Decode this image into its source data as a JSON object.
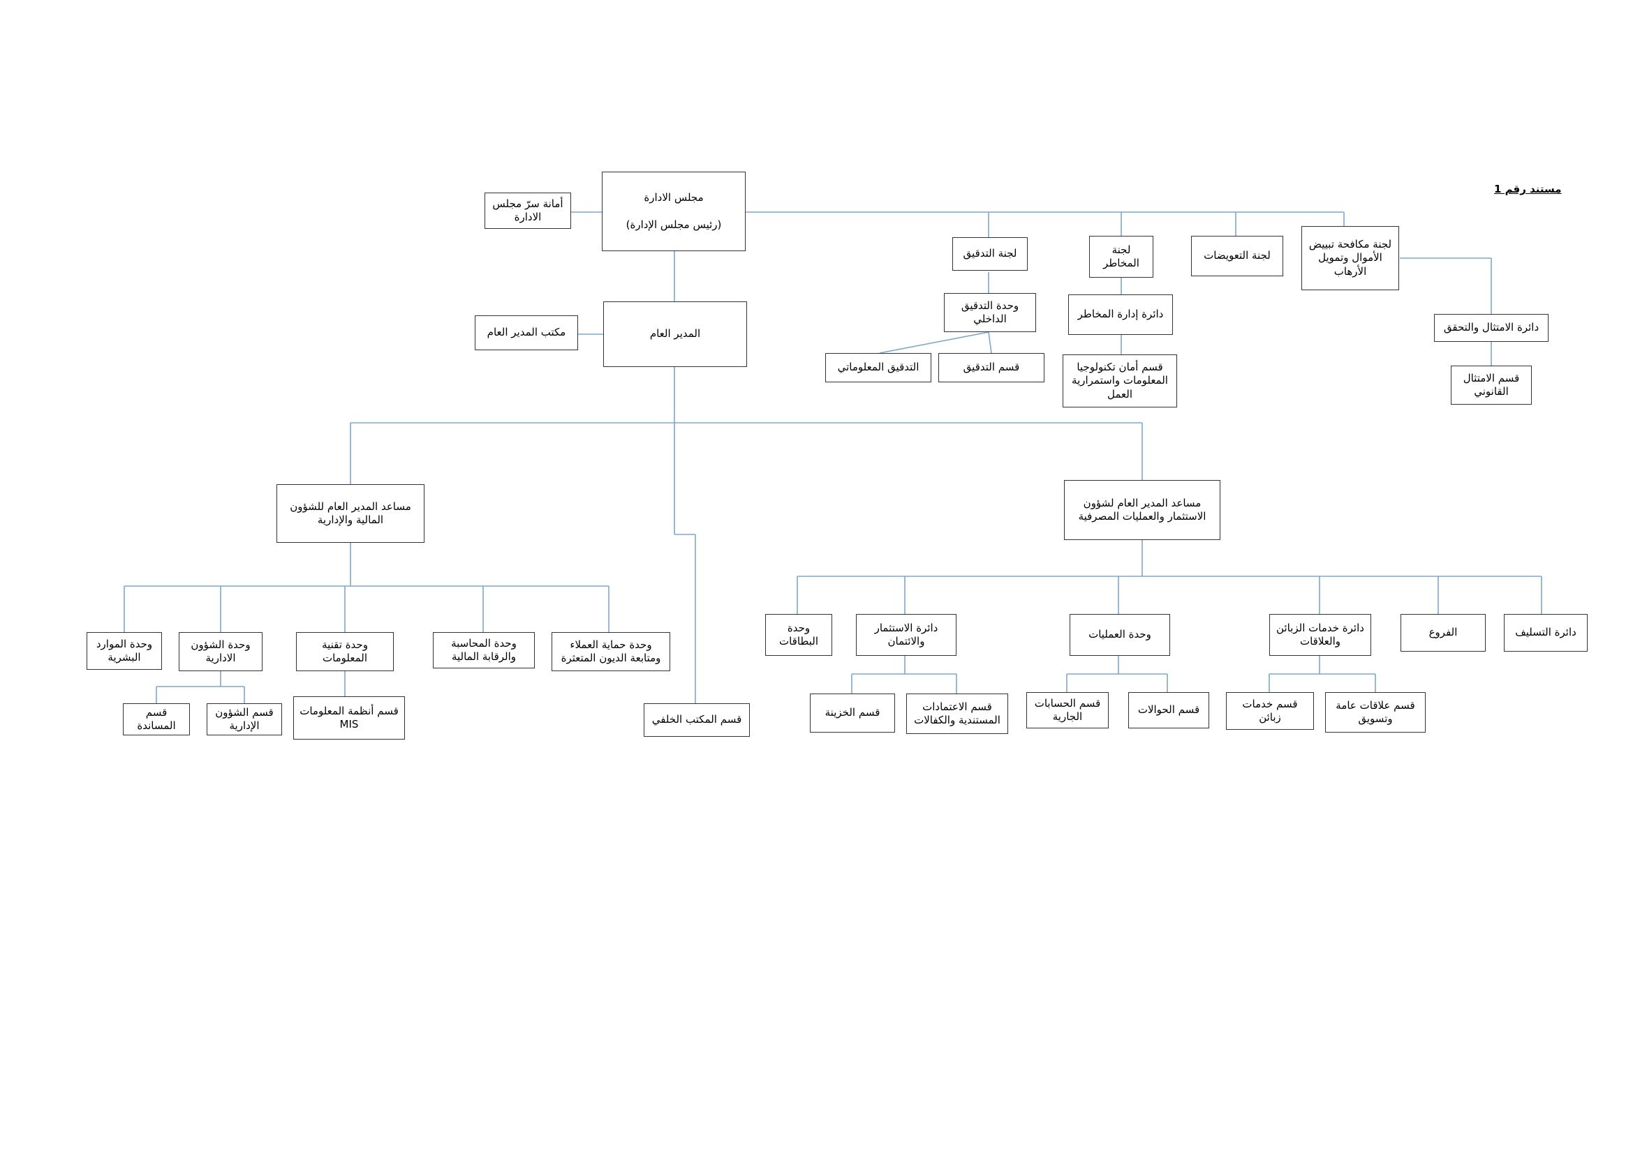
{
  "document_label": "مستند رقم 1",
  "nodes": {
    "board": "مجلس الادارة\n\n(رئيس مجلس الإدارة)",
    "board_secretariat": "أمانة سرّ مجلس الادارة",
    "general_manager": "المدير العام",
    "gm_office": "مكتب المدير العام",
    "audit_committee": "لجنة التدقيق",
    "risk_committee": "لجنة المخاطر",
    "compensation_committee": "لجنة التعويضات",
    "aml_committee": "لجنة مكافحة تبييض الأموال وتمويل الأرهاب",
    "internal_audit_unit": "وحدة التدقيق الداخلي",
    "it_audit": "التدقيق المعلوماتي",
    "audit_section": "قسم التدقيق",
    "risk_management_dept": "دائرة إدارة المخاطر",
    "it_security_bcp": "قسم أمان تكنولوجيا المعلومات واستمرارية العمل",
    "compliance_dept": "دائرة الامتثال والتحقق",
    "legal_compliance": "قسم الامتثال القانوني",
    "agm_finance_admin": "مساعد المدير العام للشؤون المالية والإدارية",
    "agm_investment_banking": "مساعد المدير العام لشؤون الاستثمار والعمليات المصرفية",
    "hr_unit": "وحدة الموارد البشرية",
    "admin_affairs_unit": "وحدة الشؤون الادارية",
    "it_unit": "وحدة تقنية المعلومات",
    "accounting_unit": "وحدة المحاسبة والرقابة المالية",
    "customer_protection_unit": "وحدة حماية العملاء ومتابعة الديون المتعثرة",
    "support_section": "قسم المساندة",
    "admin_affairs_section": "قسم الشؤون الإدارية",
    "mis_section": "قسم أنظمة المعلومات MIS",
    "back_office_section": "قسم المكتب الخلفي",
    "cards_unit": "وحدة البطاقات",
    "investment_credit_dept": "دائرة الاستثمار والائتمان",
    "operations_unit": "وحدة العمليات",
    "customer_relations_dept": "دائرة خدمات الزبائن والعلاقات",
    "branches": "الفروع",
    "lending_dept": "دائرة التسليف",
    "treasury_section": "قسم الخزينة",
    "documentary_credits_section": "قسم الاعتمادات المستندية والكفالات",
    "current_accounts_section": "قسم الحسابات الجارية",
    "transfers_section": "قسم الحوالات",
    "customer_service_section": "قسم خدمات زبائن",
    "pr_marketing_section": "قسم علاقات عامة وتسويق"
  }
}
